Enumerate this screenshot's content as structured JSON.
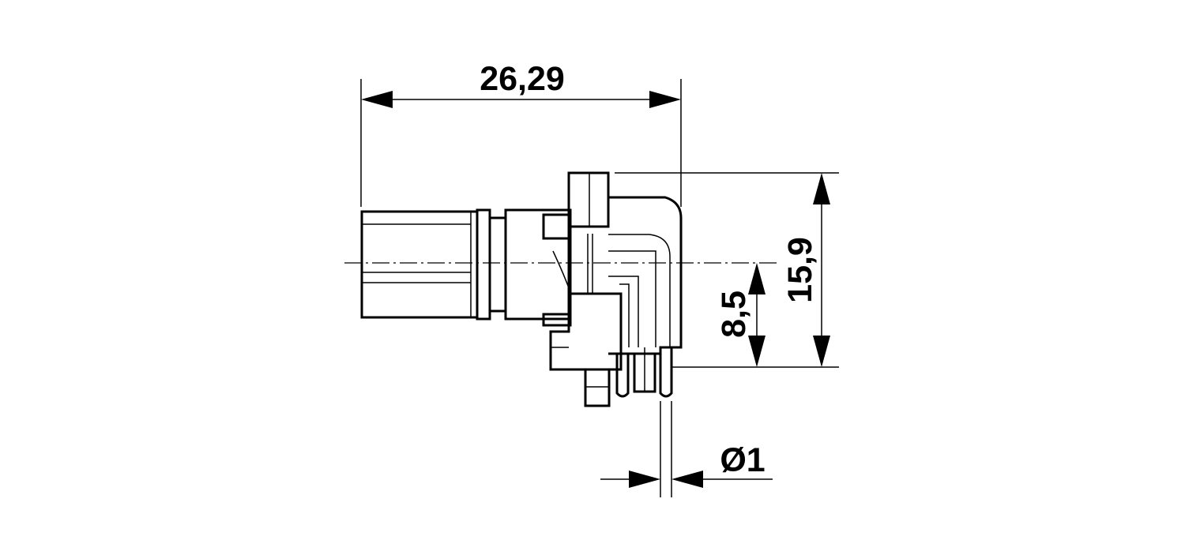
{
  "dimensions": {
    "overall_length": "26,29",
    "overall_height": "15,9",
    "center_height": "8,5",
    "pin_diameter": "Ø1"
  }
}
